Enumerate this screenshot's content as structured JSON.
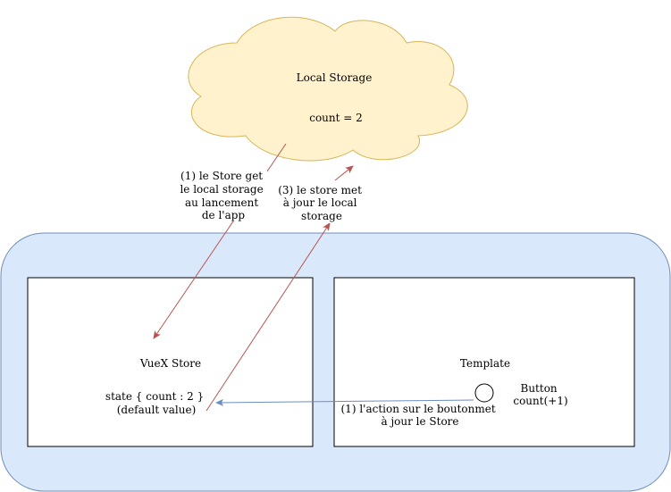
{
  "local_storage": {
    "title": "Local Storage",
    "value": "count = 2"
  },
  "vuex_store": {
    "title": "VueX Store",
    "state_line1": "state { count : 2 }",
    "state_line2": "(default value)"
  },
  "template": {
    "title": "Template",
    "button_line1": "Button",
    "button_line2": "count(+1)"
  },
  "labels": {
    "store_get_lines": [
      "(1) le Store get",
      "le local storage",
      "au lancement",
      "de l'app"
    ],
    "store_set_lines": [
      "(3) le store met",
      "à jour le local",
      "storage"
    ],
    "button_action_lines": [
      "(1) l'action sur le boutonmet",
      "à jour le Store"
    ]
  },
  "colors": {
    "cloud_fill": "#fff2cc",
    "cloud_stroke": "#d6b656",
    "container_fill": "#dae8fc",
    "container_stroke": "#6c8ebf",
    "arrow_red": "#b85450",
    "arrow_blue": "#6c8ebf",
    "box_fill": "#ffffff",
    "box_stroke": "#000000"
  }
}
